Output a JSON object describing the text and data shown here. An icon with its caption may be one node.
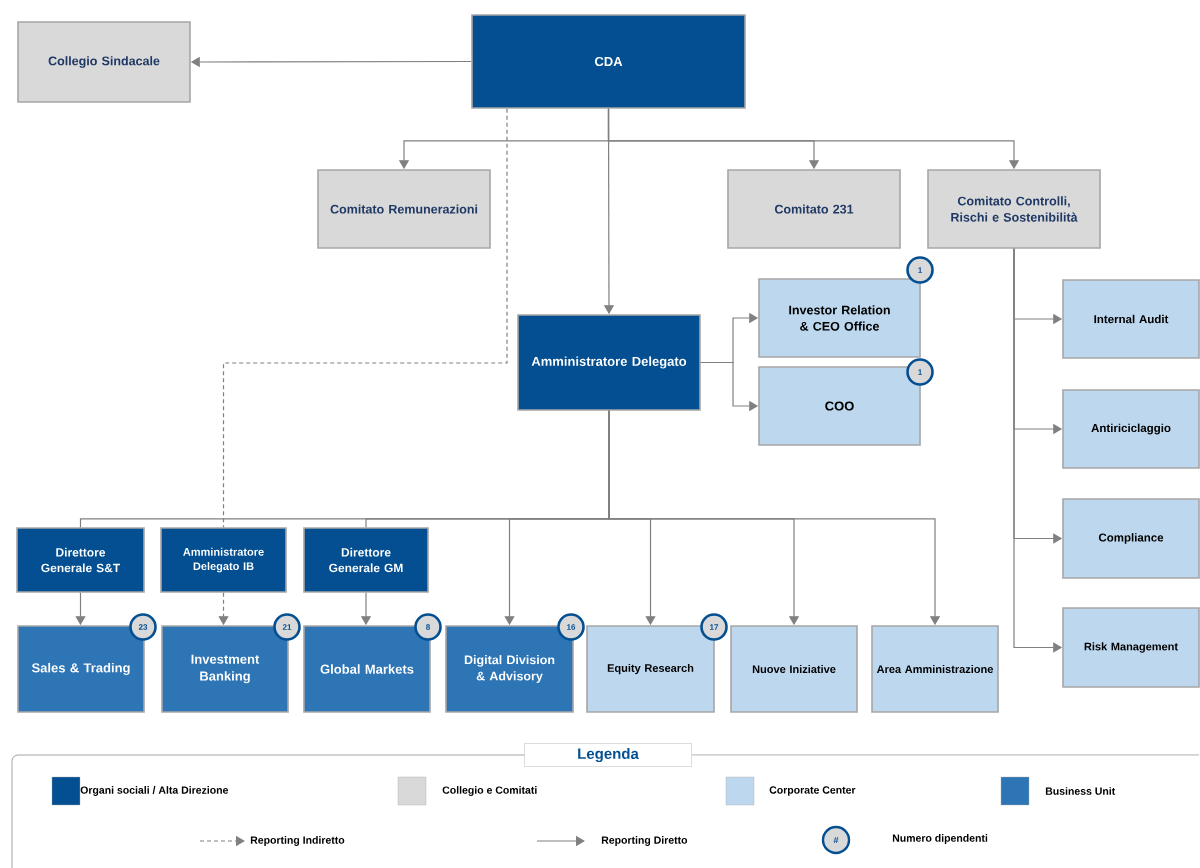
{
  "diagram": {
    "nodes": [
      {
        "text": [
          "CDA"
        ]
      },
      {
        "text": [
          "Collegio Sindacale"
        ]
      },
      {
        "text": [
          "Comitato Remunerazioni"
        ]
      },
      {
        "text": [
          "Comitato 231"
        ]
      },
      {
        "text": [
          "Comitato Controlli, Rischi e Sostenibilità"
        ]
      },
      {
        "text": [
          "Amministratore Delegato"
        ]
      },
      {
        "text": [
          "Investor Relation & CEO Office"
        ]
      },
      {
        "text": [
          "COO"
        ]
      },
      {
        "text": [
          "Internal Audit"
        ]
      },
      {
        "text": [
          "Antiriciclaggio"
        ]
      },
      {
        "text": [
          "Compliance"
        ]
      },
      {
        "text": [
          "Risk Management"
        ]
      },
      {
        "text": [
          "Direttore Generale S&T"
        ]
      },
      {
        "text": [
          "Amministratore Delegato IB"
        ]
      },
      {
        "text": [
          "Direttore Generale GM"
        ]
      },
      {
        "text": [
          "Sales & Trading"
        ]
      },
      {
        "text": [
          "Investment Banking"
        ]
      },
      {
        "text": [
          "Global Markets"
        ]
      },
      {
        "text": [
          "Digital Division & Advisory"
        ]
      },
      {
        "text": [
          "Equity Research"
        ]
      },
      {
        "text": [
          "Nuove Iniziative"
        ]
      },
      {
        "text": [
          "Area Amministrazione"
        ]
      },
      {
        "text": [
          "1"
        ]
      },
      {
        "text": [
          "1"
        ]
      },
      {
        "text": [
          "23"
        ]
      },
      {
        "text": [
          "21"
        ]
      },
      {
        "text": [
          "8"
        ]
      },
      {
        "text": [
          "16"
        ]
      },
      {
        "text": [
          "17"
        ]
      }
    ],
    "edges": [
      {
        "from": 0,
        "to": 1,
        "arrow": "to"
      },
      {
        "from": 0,
        "to": 2,
        "arrow": "to"
      },
      {
        "from": 0,
        "to": 3,
        "arrow": "to"
      },
      {
        "from": 0,
        "to": 4,
        "arrow": "to"
      },
      {
        "from": 0,
        "to": 5,
        "arrow": "to"
      },
      {
        "from": 0,
        "to": 13,
        "arrow": "none",
        "style": "dashed"
      },
      {
        "from": 5,
        "to": 6,
        "arrow": "to"
      },
      {
        "from": 5,
        "to": 7,
        "arrow": "to"
      },
      {
        "from": 4,
        "to": 8,
        "arrow": "to"
      },
      {
        "from": 4,
        "to": 9,
        "arrow": "to"
      },
      {
        "from": 4,
        "to": 10,
        "arrow": "to"
      },
      {
        "from": 4,
        "to": 11,
        "arrow": "to"
      },
      {
        "from": 5,
        "to": 12,
        "arrow": "none"
      },
      {
        "from": 5,
        "to": 14,
        "arrow": "none"
      },
      {
        "from": 5,
        "to": 18,
        "arrow": "to"
      },
      {
        "from": 5,
        "to": 19,
        "arrow": "to"
      },
      {
        "from": 5,
        "to": 20,
        "arrow": "to"
      },
      {
        "from": 5,
        "to": 21,
        "arrow": "to"
      },
      {
        "from": 12,
        "to": 15,
        "arrow": "to"
      },
      {
        "from": 13,
        "to": 16,
        "arrow": "to",
        "style": "dashed"
      },
      {
        "from": 14,
        "to": 17,
        "arrow": "to"
      }
    ],
    "labels": [
      "Legenda",
      "#"
    ],
    "legend": [
      {
        "text": "Organi sociali / Alta Direzione",
        "color": "#034f91"
      },
      {
        "text": "Collegio e Comitati",
        "color": "#d9d9d9"
      },
      {
        "text": "Corporate Center",
        "color": "#bdd7ee"
      },
      {
        "text": "Business Unit",
        "color": "#2e75b6"
      },
      {
        "text": "Reporting Indiretto"
      },
      {
        "text": "Reporting Diretto"
      },
      {
        "text": "Numero dipendenti"
      }
    ]
  }
}
